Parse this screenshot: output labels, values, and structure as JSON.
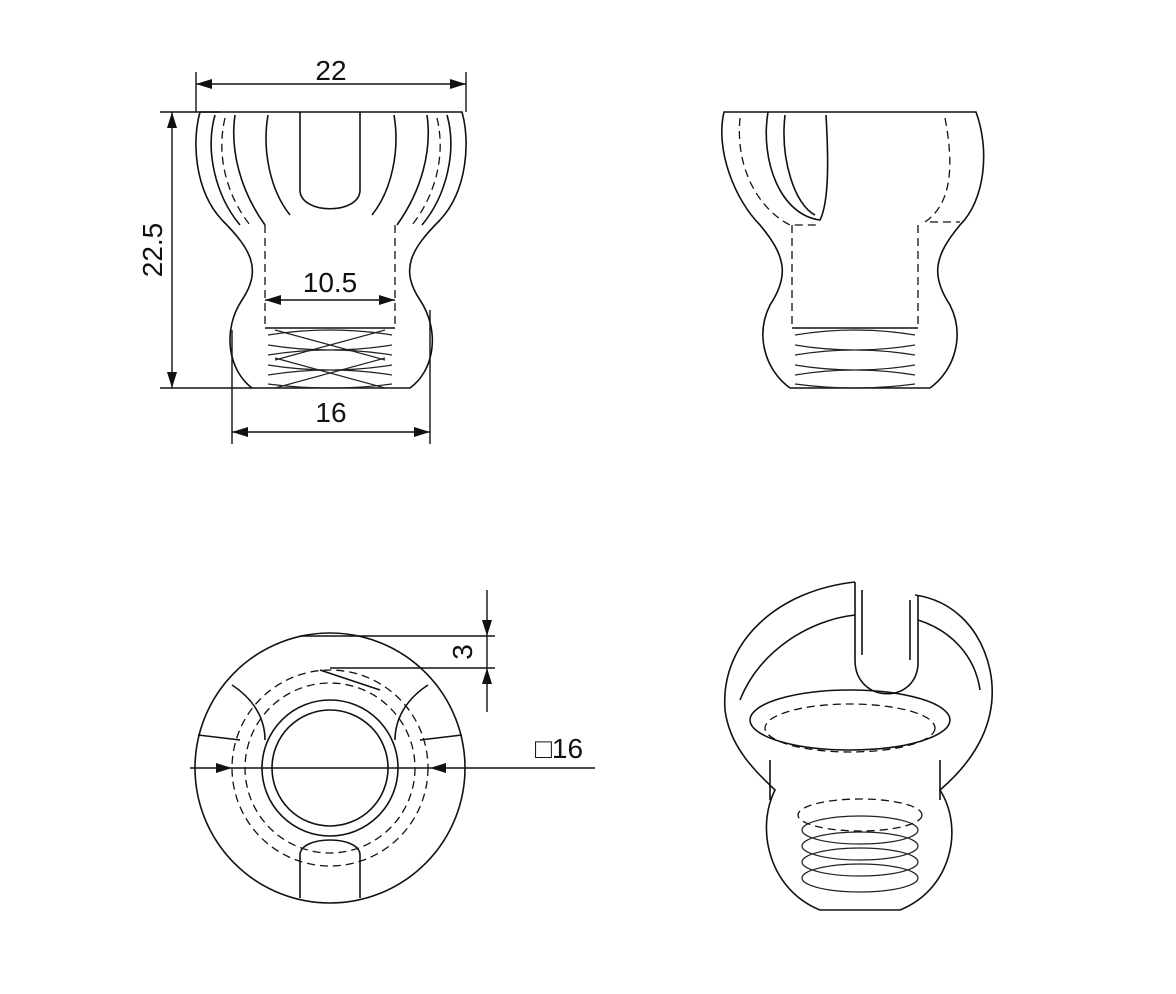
{
  "drawing": {
    "front_view": {
      "dim_top_width": "22",
      "dim_height": "22.5",
      "dim_inner_width": "10.5",
      "dim_bottom_width": "16"
    },
    "top_view": {
      "dim_slot": "3",
      "dim_square": "□16"
    }
  }
}
